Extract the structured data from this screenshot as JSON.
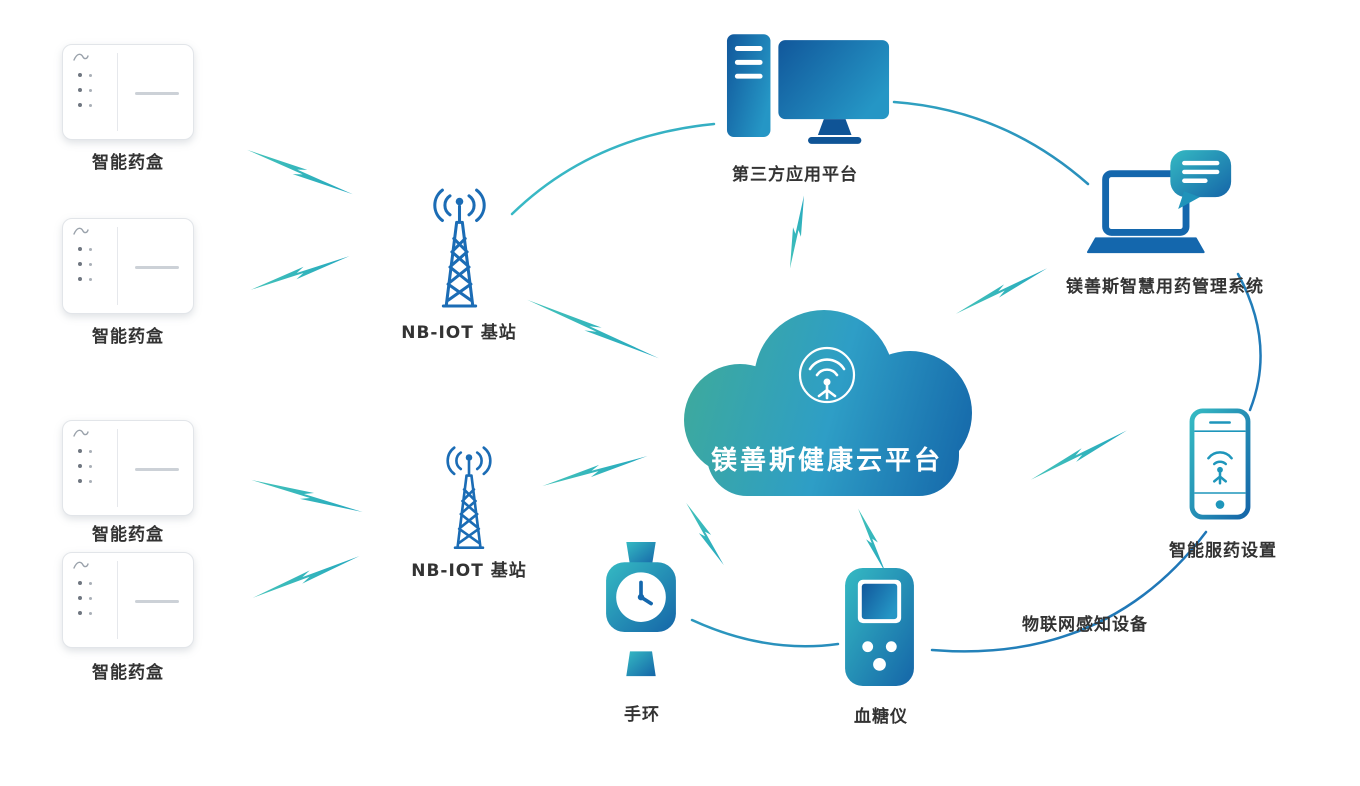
{
  "diagram": {
    "pillboxes": [
      {
        "label": "智能药盒"
      },
      {
        "label": "智能药盒"
      },
      {
        "label": "智能药盒"
      },
      {
        "label": "智能药盒"
      }
    ],
    "stations": [
      {
        "label": "NB-IOT 基站"
      },
      {
        "label": "NB-IOT 基站"
      }
    ],
    "third_party_platform": {
      "label": "第三方应用平台"
    },
    "management_system": {
      "label": "镁善斯智慧用药管理系统"
    },
    "cloud_platform": {
      "label": "镁善斯健康云平台"
    },
    "medication_setting": {
      "label": "智能服药设置"
    },
    "wristband": {
      "label": "手环"
    },
    "glucose_meter": {
      "label": "血糖仪"
    },
    "iot_devices_caption": {
      "label": "物联网感知设备"
    },
    "colors": {
      "primary_blue": "#1565a8",
      "teal": "#35bcb4",
      "cloud_gradient_left": "#3fab98",
      "cloud_gradient_mid": "#2e9ec6",
      "cloud_gradient_right": "#1261a6",
      "label_text": "#333333"
    }
  }
}
